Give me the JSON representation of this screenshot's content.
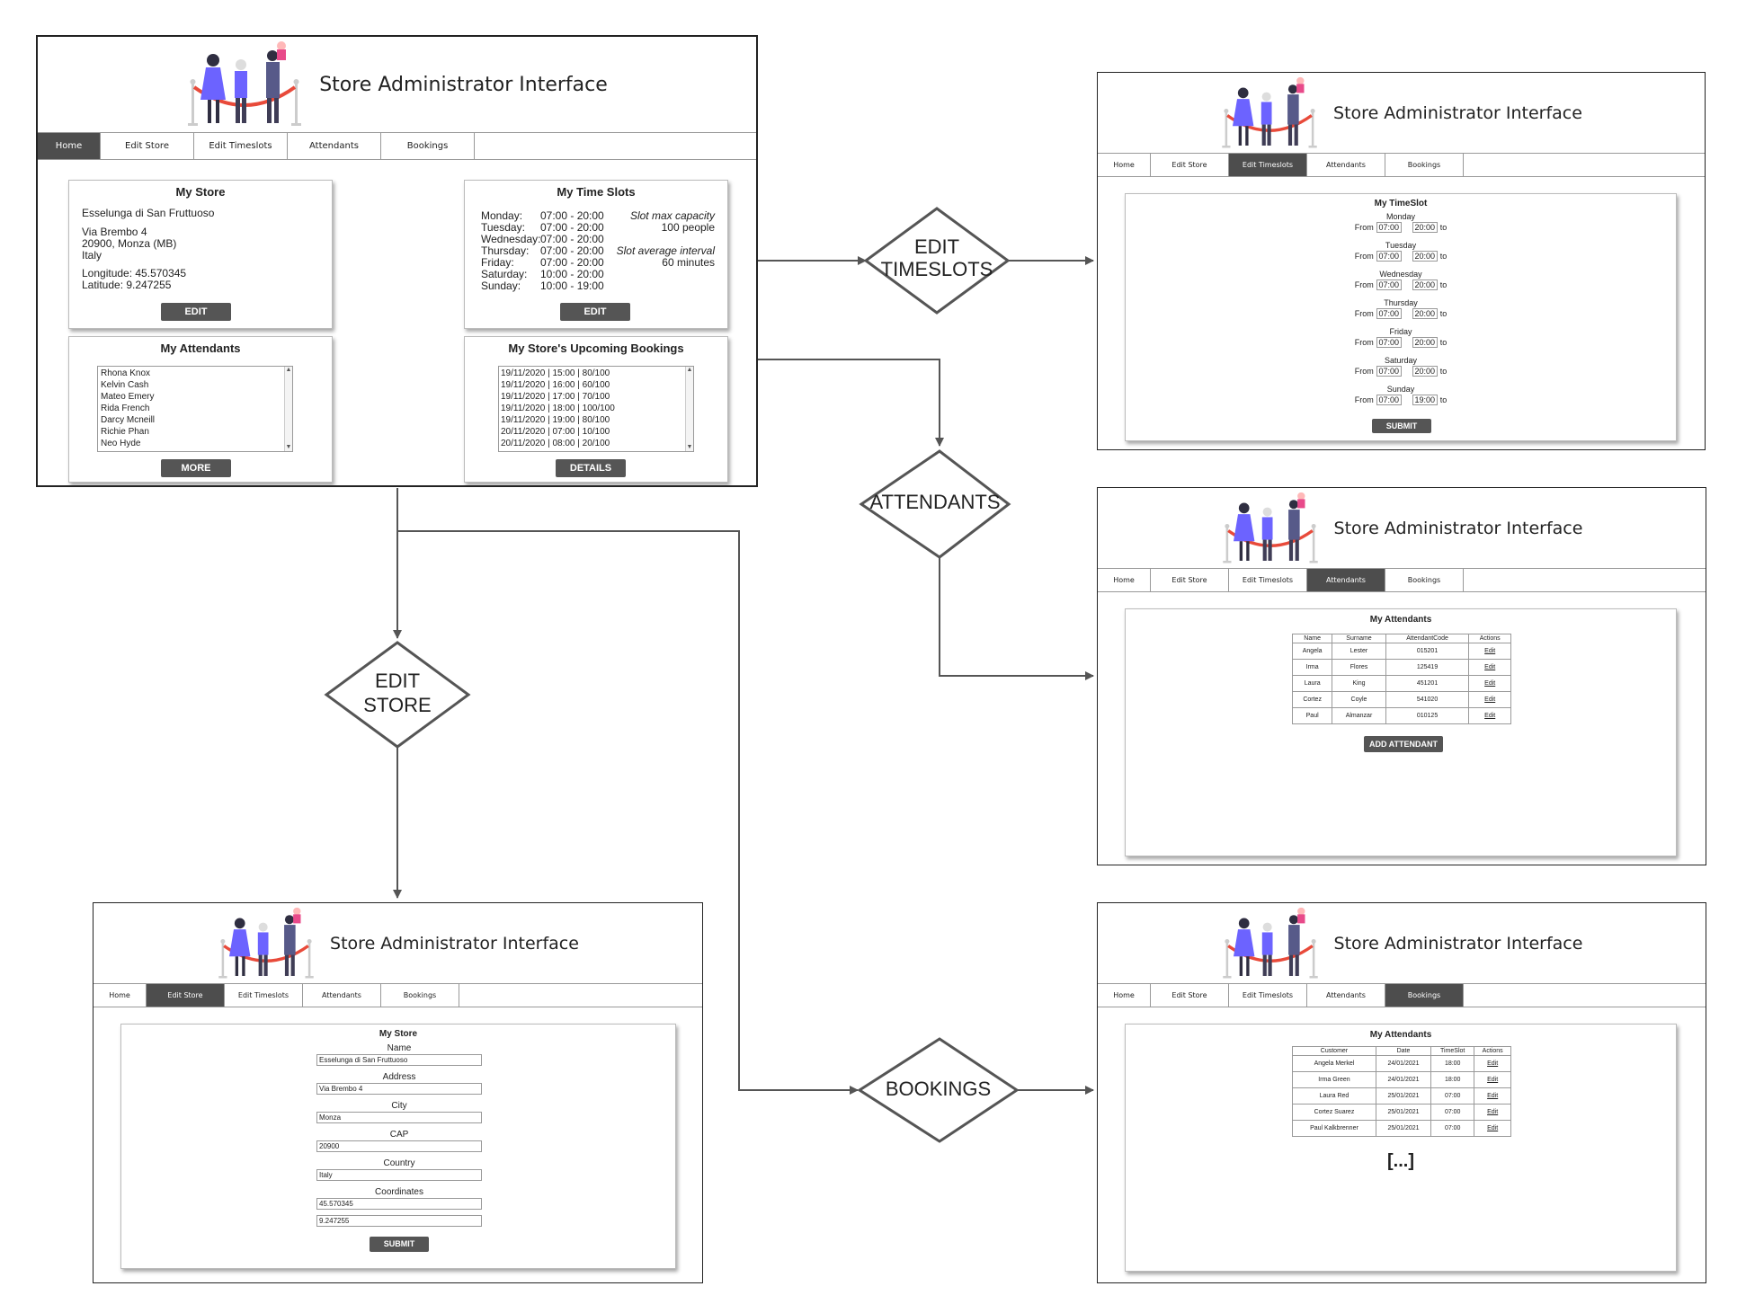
{
  "app": {
    "title": "Store Administrator Interface",
    "tabs": [
      "Home",
      "Edit Store",
      "Edit Timeslots",
      "Attendants",
      "Bookings"
    ]
  },
  "home": {
    "my_store": {
      "title": "My Store",
      "name": "Esselunga di San Fruttuoso",
      "address": "Via Brembo 4",
      "city_line": "20900, Monza (MB)",
      "country": "Italy",
      "longitude": "Longitude: 45.570345",
      "latitude": "Latitude: 9.247255",
      "button": "EDIT"
    },
    "my_time_slots": {
      "title": "My Time Slots",
      "days": [
        "Monday:",
        "Tuesday:",
        "Wednesday:",
        "Thursday:",
        "Friday:",
        "Saturday:",
        "Sunday:"
      ],
      "hours": [
        "07:00 - 20:00",
        "07:00 - 20:00",
        "07:00 - 20:00",
        "07:00 - 20:00",
        "07:00 - 20:00",
        "10:00 - 20:00",
        "10:00 - 19:00"
      ],
      "capacity_label": "Slot max capacity",
      "capacity_value": "100 people",
      "interval_label": "Slot average interval",
      "interval_value": "60 minutes",
      "button": "EDIT"
    },
    "my_attendants": {
      "title": "My Attendants",
      "items": [
        "Rhona Knox",
        "Kelvin Cash",
        "Mateo Emery",
        "Rida French",
        "Darcy Mcneill",
        "Richie Phan",
        "Neo Hyde"
      ],
      "button": "MORE"
    },
    "upcoming_bookings": {
      "title": "My Store's Upcoming Bookings",
      "items": [
        "19/11/2020 | 15:00 | 80/100",
        "19/11/2020 | 16:00 | 60/100",
        "19/11/2020 | 17:00 | 70/100",
        "19/11/2020 | 18:00 | 100/100",
        "19/11/2020 | 19:00 | 80/100",
        "20/11/2020 | 07:00 | 10/100",
        "20/11/2020 | 08:00 | 20/100"
      ],
      "button": "DETAILS"
    }
  },
  "edit_timeslots": {
    "title": "My TimeSlot",
    "from_label": "From",
    "to_label": "to",
    "days": [
      {
        "day": "Monday",
        "from": "07:00",
        "to": "20:00"
      },
      {
        "day": "Tuesday",
        "from": "07:00",
        "to": "20:00"
      },
      {
        "day": "Wednesday",
        "from": "07:00",
        "to": "20:00"
      },
      {
        "day": "Thursday",
        "from": "07:00",
        "to": "20:00"
      },
      {
        "day": "Friday",
        "from": "07:00",
        "to": "20:00"
      },
      {
        "day": "Saturday",
        "from": "07:00",
        "to": "20:00"
      },
      {
        "day": "Sunday",
        "from": "07:00",
        "to": "19:00"
      }
    ],
    "button": "SUBMIT"
  },
  "attendants": {
    "title": "My Attendants",
    "columns": [
      "Name",
      "Surname",
      "AttendantCode",
      "Actions"
    ],
    "rows": [
      [
        "Angela",
        "Lester",
        "015201",
        "Edit"
      ],
      [
        "Irma",
        "Flores",
        "125419",
        "Edit"
      ],
      [
        "Laura",
        "King",
        "451201",
        "Edit"
      ],
      [
        "Cortez",
        "Coyle",
        "541020",
        "Edit"
      ],
      [
        "Paul",
        "Almanzar",
        "010125",
        "Edit"
      ]
    ],
    "button": "ADD ATTENDANT"
  },
  "edit_store": {
    "title": "My Store",
    "fields": [
      {
        "label": "Name",
        "values": [
          "Esselunga di San Fruttuoso"
        ]
      },
      {
        "label": "Address",
        "values": [
          "Via Brembo 4"
        ]
      },
      {
        "label": "City",
        "values": [
          "Monza"
        ]
      },
      {
        "label": "CAP",
        "values": [
          "20900"
        ]
      },
      {
        "label": "Country",
        "values": [
          "Italy"
        ]
      },
      {
        "label": "Coordinates",
        "values": [
          "45.570345",
          "9.247255"
        ]
      }
    ],
    "button": "SUBMIT"
  },
  "bookings": {
    "title": "My Attendants",
    "columns": [
      "Customer",
      "Date",
      "TimeSlot",
      "Actions"
    ],
    "rows": [
      [
        "Angela Merkel",
        "24/01/2021",
        "18:00",
        "Edit"
      ],
      [
        "Irma Green",
        "24/01/2021",
        "18:00",
        "Edit"
      ],
      [
        "Laura Red",
        "25/01/2021",
        "07:00",
        "Edit"
      ],
      [
        "Cortez Suarez",
        "25/01/2021",
        "07:00",
        "Edit"
      ],
      [
        "Paul Kalkbrenner",
        "25/01/2021",
        "07:00",
        "Edit"
      ]
    ],
    "ellipsis": "[...]"
  },
  "flow": {
    "edit_timeslots": [
      "EDIT",
      "TIMESLOTS"
    ],
    "attendants": "ATTENDANTS",
    "edit_store": [
      "EDIT",
      "STORE"
    ],
    "bookings": "BOOKINGS"
  },
  "colors": {
    "active_tab": "#4d4d4d",
    "button": "#555555",
    "ribbon": "#e84a3a",
    "figure_purple": "#6c63ff",
    "figure_dark": "#2f2e41"
  }
}
